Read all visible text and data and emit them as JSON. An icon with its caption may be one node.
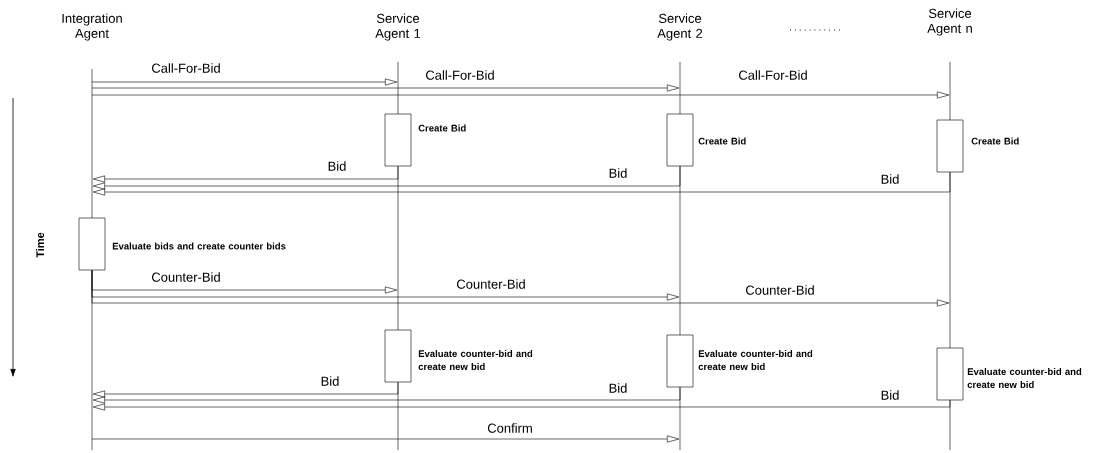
{
  "diagram": {
    "nodes": [
      {
        "text": [
          "Integration Agent"
        ]
      },
      {
        "text": [
          "Service Agent 1"
        ]
      },
      {
        "text": [
          "Service Agent 2"
        ]
      },
      {
        "text": [
          "Service Agent n"
        ]
      },
      {
        "text": [],
        "shape": "box",
        "in": 1,
        "beside": [
          "Create Bid"
        ]
      },
      {
        "text": [],
        "shape": "box",
        "in": 2,
        "beside": [
          "Create Bid"
        ]
      },
      {
        "text": [],
        "shape": "box",
        "in": 3,
        "beside": [
          "Create Bid"
        ]
      },
      {
        "text": [],
        "shape": "box",
        "in": 0,
        "beside": [
          "Evaluate bids and create counter bids"
        ]
      },
      {
        "text": [],
        "shape": "box",
        "in": 1,
        "beside": [
          "Evaluate counter-bid and create new bid"
        ]
      },
      {
        "text": [],
        "shape": "box",
        "in": 2,
        "beside": [
          "Evaluate counter-bid and create new bid"
        ]
      },
      {
        "text": [],
        "shape": "box",
        "in": 3,
        "beside": [
          "Evaluate counter-bid and create new bid"
        ]
      }
    ],
    "edges": [
      {
        "from": 0,
        "to": 1,
        "arrow": "to",
        "label": "Call-For-Bid"
      },
      {
        "from": 0,
        "to": 2,
        "arrow": "to",
        "label": "Call-For-Bid"
      },
      {
        "from": 0,
        "to": 3,
        "arrow": "to",
        "label": "Call-For-Bid"
      },
      {
        "from": 4,
        "to": 0,
        "arrow": "to",
        "label": "Bid"
      },
      {
        "from": 5,
        "to": 0,
        "arrow": "to",
        "label": "Bid"
      },
      {
        "from": 6,
        "to": 0,
        "arrow": "to",
        "label": "Bid"
      },
      {
        "from": 7,
        "to": 1,
        "arrow": "to",
        "label": "Counter-Bid"
      },
      {
        "from": 7,
        "to": 2,
        "arrow": "to",
        "label": "Counter-Bid"
      },
      {
        "from": 7,
        "to": 3,
        "arrow": "to",
        "label": "Counter-Bid"
      },
      {
        "from": 8,
        "to": 0,
        "arrow": "to",
        "label": "Bid"
      },
      {
        "from": 9,
        "to": 0,
        "arrow": "to",
        "label": "Bid"
      },
      {
        "from": 10,
        "to": 0,
        "arrow": "to",
        "label": "Bid"
      },
      {
        "from": 0,
        "to": 2,
        "arrow": "to",
        "label": "Confirm"
      }
    ],
    "labels": [
      "Time"
    ]
  }
}
